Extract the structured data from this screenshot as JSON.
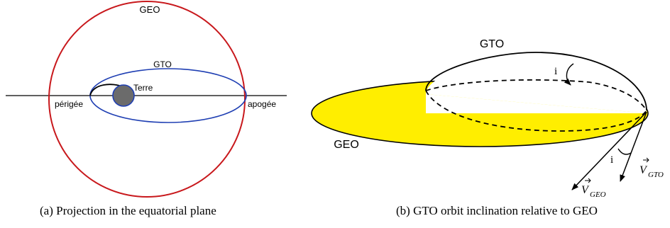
{
  "panel_a": {
    "labels": {
      "geo": "GEO",
      "gto": "GTO",
      "terre": "Terre",
      "perigee": "périgée",
      "apogee": "apogée"
    },
    "caption": "(a) Projection in the equatorial plane",
    "colors": {
      "geo_orbit": "#c8181c",
      "gto_orbit": "#1f3fb3",
      "earth": "#6b6b6b",
      "line": "#000000"
    }
  },
  "panel_b": {
    "labels": {
      "gto": "GTO",
      "geo": "GEO",
      "angle_top": "i",
      "angle_bottom": "i",
      "v_gto_base": "V",
      "v_gto_sub": "GTO",
      "v_geo_base": "V",
      "v_geo_sub": "GEO"
    },
    "caption": "(b) GTO orbit inclination relative to GEO",
    "colors": {
      "geo_fill": "#ffee00",
      "line": "#000000"
    }
  }
}
